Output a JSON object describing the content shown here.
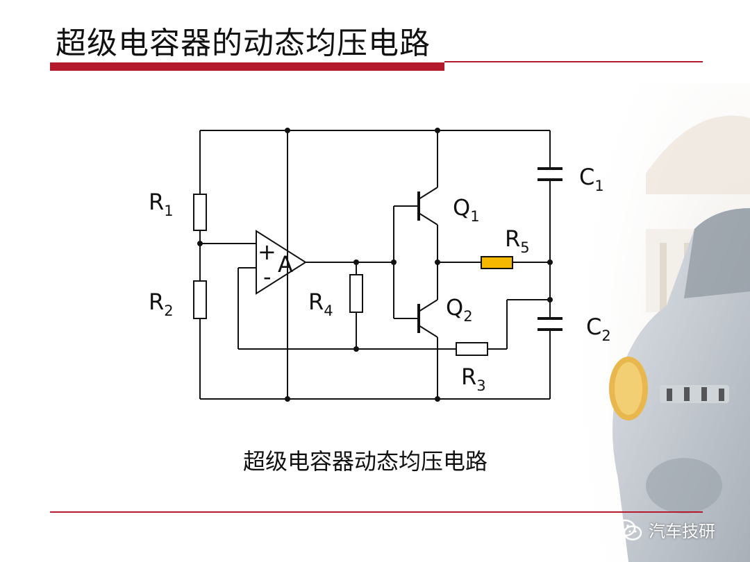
{
  "slide": {
    "title": "超级电容器的动态均压电路",
    "caption": "超级电容器动态均压电路",
    "watermark": "汽车技研"
  },
  "circuit": {
    "components": {
      "R1": {
        "letter": "R",
        "sub": "1"
      },
      "R2": {
        "letter": "R",
        "sub": "2"
      },
      "R3": {
        "letter": "R",
        "sub": "3"
      },
      "R4": {
        "letter": "R",
        "sub": "4"
      },
      "R5": {
        "letter": "R",
        "sub": "5"
      },
      "C1": {
        "letter": "C",
        "sub": "1"
      },
      "C2": {
        "letter": "C",
        "sub": "2"
      },
      "Q1": {
        "letter": "Q",
        "sub": "1"
      },
      "Q2": {
        "letter": "Q",
        "sub": "2"
      }
    },
    "opamp": {
      "name": "A",
      "plus": "+",
      "minus": "-"
    }
  },
  "colors": {
    "accent": "#b51a2c",
    "resistor_R5_fill": "#f5b800",
    "wire": "#111111"
  },
  "icons": {
    "watermark": "wechat-icon"
  }
}
